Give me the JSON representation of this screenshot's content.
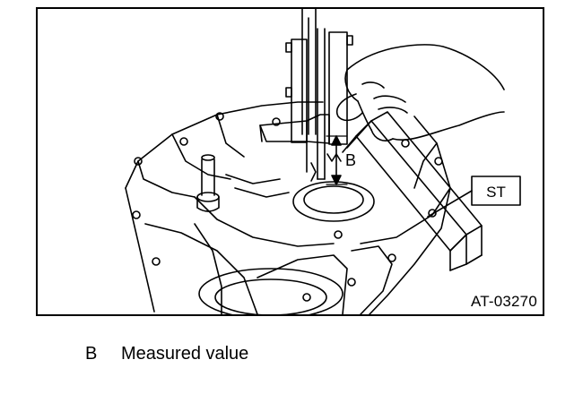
{
  "figure": {
    "code": "AT-03270",
    "labels": {
      "b": "B",
      "st": "ST"
    }
  },
  "legend": {
    "key": "B",
    "text": "Measured value"
  },
  "colors": {
    "line": "#000000",
    "background": "#ffffff"
  }
}
